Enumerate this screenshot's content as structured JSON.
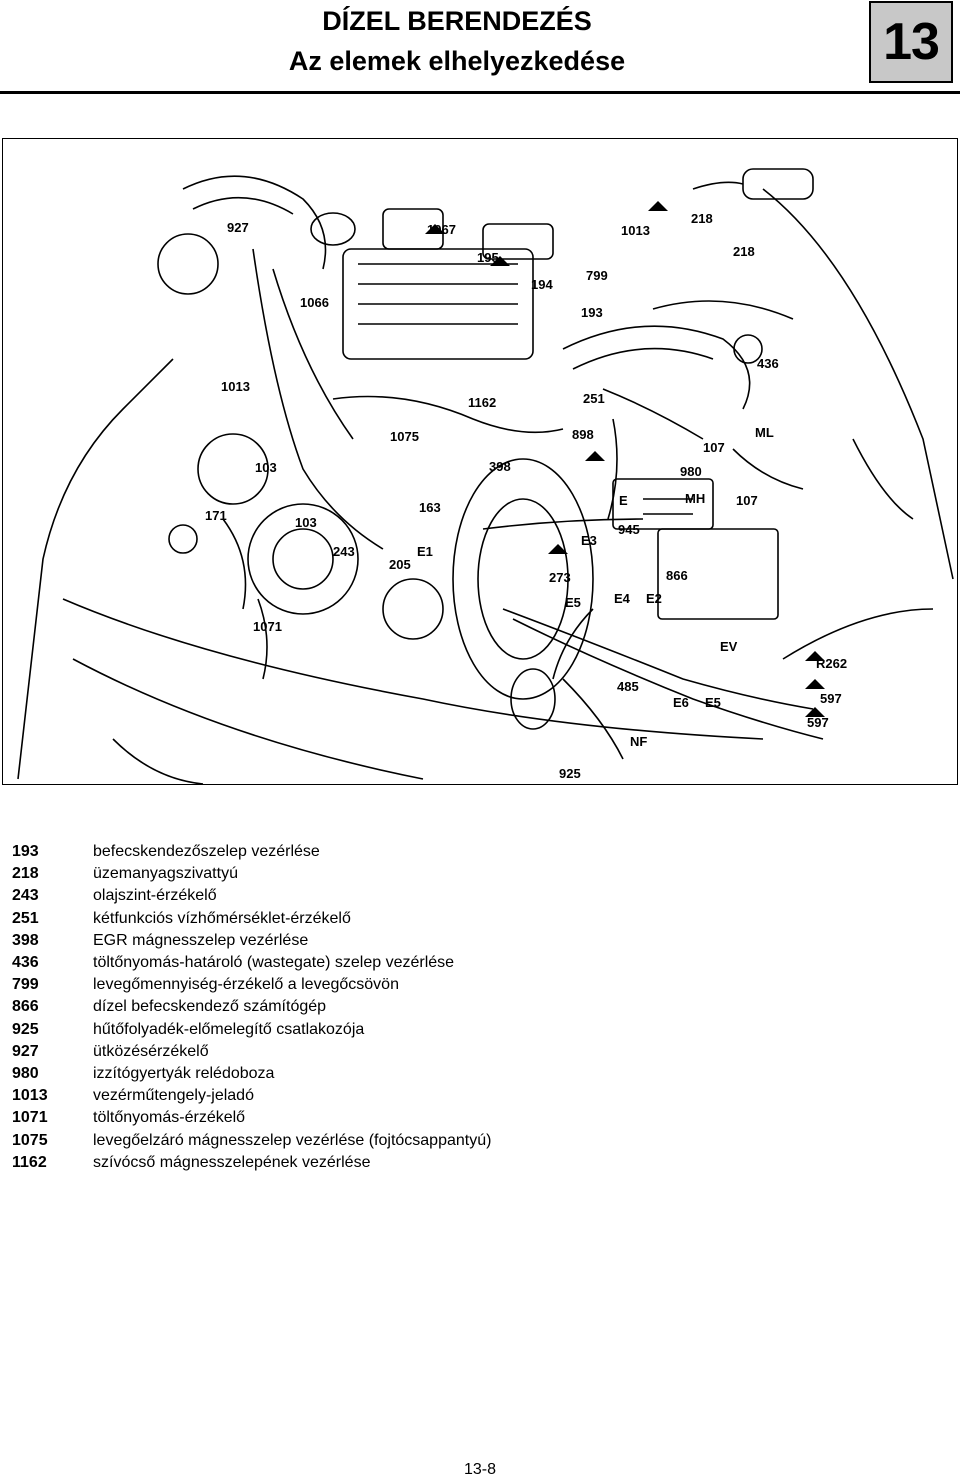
{
  "header": {
    "title_line1": "DÍZEL BERENDEZÉS",
    "title_line2": "Az elemek elhelyezkedése",
    "chapter_number": "13"
  },
  "diagram": {
    "labels": {
      "l927": "927",
      "l1967": "1967",
      "l195": "195",
      "l1013top": "1013",
      "l218a": "218",
      "l218b": "218",
      "l1066": "1066",
      "l194": "194",
      "l799": "799",
      "l193": "193",
      "l436": "436",
      "l1013": "1013",
      "l1162": "1162",
      "l251": "251",
      "l898": "898",
      "l1075": "1075",
      "l107a": "107",
      "lML": "ML",
      "l103a": "103",
      "l398": "398",
      "l980": "980",
      "lE": "E",
      "lMH": "MH",
      "l107b": "107",
      "l171": "171",
      "l103b": "103",
      "l163": "163",
      "l945": "945",
      "l243": "243",
      "lE1": "E1",
      "l205": "205",
      "lE3": "E3",
      "l273": "273",
      "l866": "866",
      "lE5": "E5",
      "lE4": "E4",
      "lE2": "E2",
      "l1071": "1071",
      "lEV": "EV",
      "lR262": "R262",
      "l485": "485",
      "l597a": "597",
      "lE6": "E6",
      "lE5b": "E5",
      "l597b": "597",
      "lNF": "NF",
      "l925": "925"
    }
  },
  "legend": [
    {
      "number": "193",
      "description": "befecskendezőszelep vezérlése"
    },
    {
      "number": "218",
      "description": "üzemanyagszivattyú"
    },
    {
      "number": "243",
      "description": "olajszint-érzékelő"
    },
    {
      "number": "251",
      "description": "kétfunkciós vízhőmérséklet-érzékelő"
    },
    {
      "number": "398",
      "description": "EGR mágnesszelep vezérlése"
    },
    {
      "number": "436",
      "description": "töltőnyomás-határoló (wastegate) szelep vezérlése"
    },
    {
      "number": "799",
      "description": "levegőmennyiség-érzékelő a levegőcsövön"
    },
    {
      "number": "866",
      "description": "dízel befecskendező számítógép"
    },
    {
      "number": "925",
      "description": "hűtőfolyadék-előmelegítő csatlakozója"
    },
    {
      "number": "927",
      "description": "ütközésérzékelő"
    },
    {
      "number": "980",
      "description": "izzítógyertyák relédoboza"
    },
    {
      "number": "1013",
      "description": "vezérműtengely-jeladó"
    },
    {
      "number": "1071",
      "description": "töltőnyomás-érzékelő"
    },
    {
      "number": "1075",
      "description": "levegőelzáró mágnesszelep vezérlése (fojtócsappantyú)"
    },
    {
      "number": "1162",
      "description": "szívócső mágnesszelepének vezérlése"
    }
  ],
  "footer": {
    "page_number": "13-8"
  }
}
